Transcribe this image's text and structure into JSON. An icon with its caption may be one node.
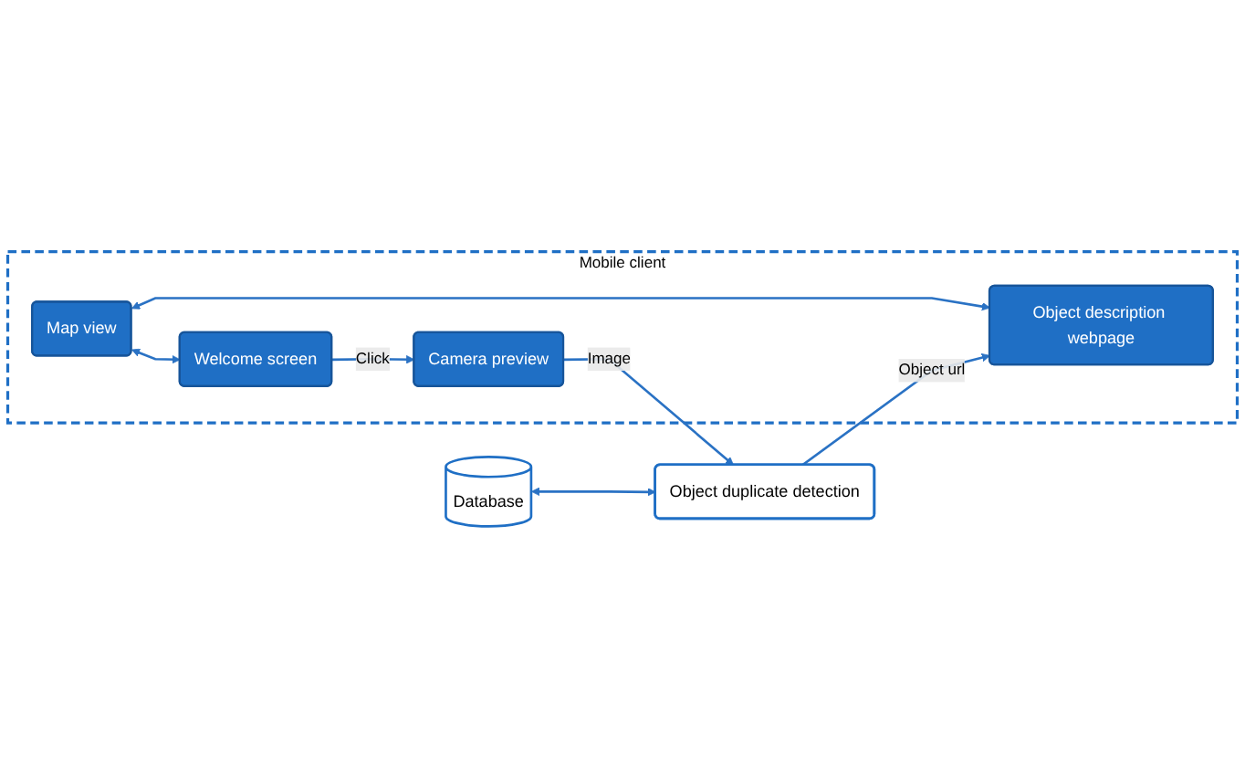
{
  "diagram": {
    "nodes": [
      {
        "text": [
          "Mobile client"
        ]
      },
      {
        "text": [
          "Welcome screen"
        ],
        "in": 0
      },
      {
        "text": [
          "Map view"
        ],
        "in": 0
      },
      {
        "text": [
          "Camera preview"
        ],
        "in": 0
      },
      {
        "text": [
          "Object description webpage"
        ],
        "in": 0
      },
      {
        "text": [
          "Database"
        ]
      },
      {
        "text": [
          "Object duplicate detection"
        ]
      }
    ],
    "edges": [
      {
        "from": 2,
        "to": 1,
        "arrow": "both"
      },
      {
        "from": 1,
        "to": 3,
        "arrow": "to",
        "label": "Click"
      },
      {
        "from": 2,
        "to": 4,
        "arrow": "both"
      },
      {
        "from": 3,
        "to": 6,
        "arrow": "to",
        "label": "Image"
      },
      {
        "from": 6,
        "to": 4,
        "arrow": "to",
        "label": "Object url"
      },
      {
        "from": 5,
        "to": 6,
        "arrow": "both"
      }
    ]
  }
}
